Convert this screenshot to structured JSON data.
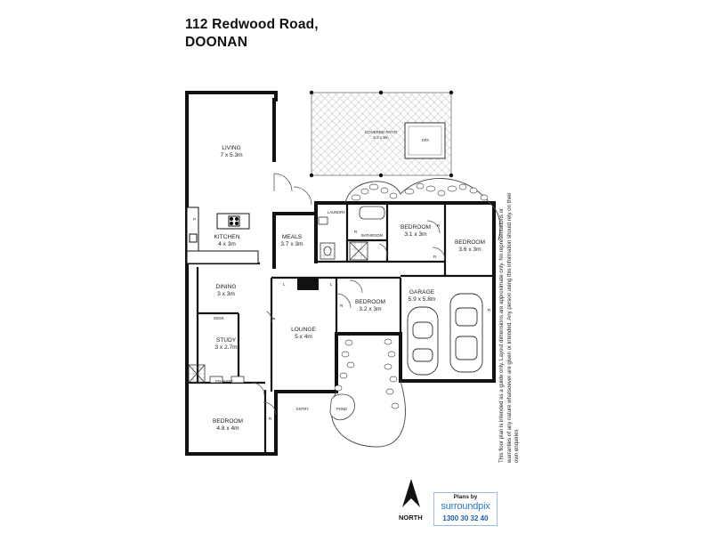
{
  "header": {
    "address_line1": "112 Redwood Road,",
    "address_line2": "DOONAN"
  },
  "rooms": {
    "covered_patio": {
      "name": "COVERED PATIO",
      "size": "8.2 x 5m"
    },
    "spa": "SPA",
    "living": {
      "name": "LIVING",
      "size": "7 x 5.3m"
    },
    "kitchen": {
      "name": "KITCHEN",
      "size": "4 x 3m"
    },
    "meals": {
      "name": "MEALS",
      "size": "3.7 x 3m"
    },
    "laundry": "LAUNDRY",
    "bathroom": "BATHROOM",
    "bedroom_1": {
      "name": "BEDROOM",
      "size": "3.1 x 3m"
    },
    "bedroom_2": {
      "name": "BEDROOM",
      "size": "3.6 x 3m"
    },
    "dining": {
      "name": "DINING",
      "size": "3 x 3m"
    },
    "desk": "DESK",
    "study": {
      "name": "STUDY",
      "size": "3 x 2.7m"
    },
    "lounge": {
      "name": "LOUNGE",
      "size": "5 x 4m"
    },
    "bedroom_3": {
      "name": "BEDROOM",
      "size": "3.2 x 3m"
    },
    "garage": {
      "name": "GARAGE",
      "size": "5.9 x 5.8m"
    },
    "ensuite": "EN-SUITE",
    "entry": "ENTRY",
    "pond": "POND",
    "master_bedroom": {
      "name": "BEDROOM",
      "size": "4.8 x 4m"
    }
  },
  "markers": {
    "pantry": "P",
    "linen": "L",
    "robe": "R"
  },
  "disclaimer": "This floor plan is intended as a guide only. Layout dimensions are approximate only. No representations or warranties of any nature whatsoever are given or intended. Any person using this information should rely on their own enquiries",
  "compass": {
    "label": "NORTH"
  },
  "logo": {
    "tagline": "Plans by",
    "brand": "surroundpix",
    "phone": "1300 30 32 40"
  },
  "colors": {
    "wall": "#111111",
    "hatch": "#9a9a9a",
    "logo_blue": "#2a7cc7"
  }
}
